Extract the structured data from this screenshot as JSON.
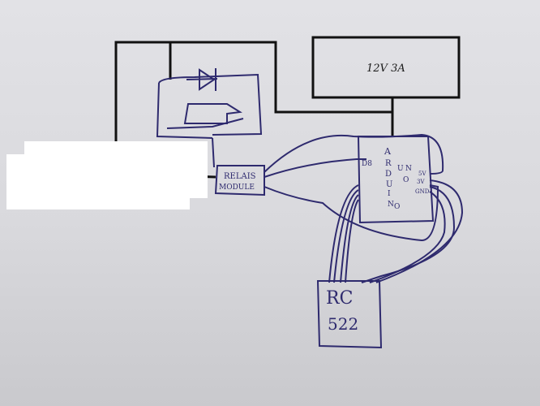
{
  "diagram": {
    "power_supply": {
      "label": "12V 3A"
    },
    "relay_module": {
      "line1": "RELAIS",
      "line2": "MODULE"
    },
    "arduino": {
      "name_letters": [
        "A",
        "R",
        "D",
        "U",
        "I",
        "N",
        "O"
      ],
      "uno_letters": [
        "U",
        "N",
        "O"
      ],
      "pin_labels": [
        "D8",
        "5V",
        "3V",
        "GND"
      ],
      "marks": [
        "U",
        "O",
        "D"
      ]
    },
    "rc522": {
      "line1": "RC",
      "line2": "522"
    }
  },
  "colors": {
    "ink": "#2e2a6e",
    "marker": "#111111",
    "paper": "#dddde1"
  }
}
